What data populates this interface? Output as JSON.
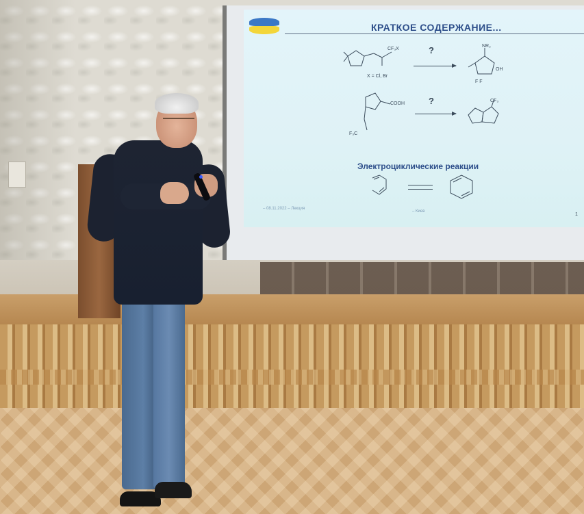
{
  "slide": {
    "title": "КРАТКОЕ СОДЕРЖАНИЕ...",
    "reaction1": {
      "question": "?",
      "substituent_label": "CF₃X",
      "condition_label": "X = Cl, Br",
      "product_label_top": "NR₂",
      "product_label_right": "OH",
      "product_label_f": "F   F"
    },
    "reaction2": {
      "question": "?",
      "acid_label": "COOH",
      "reagent_label": "F₃C",
      "product_label": "CF₃"
    },
    "section_heading": "Электроциклические реакции",
    "footer_left": "– 08.11.2022 – Лекция",
    "footer_mid": "– Киев",
    "page_number": "1"
  },
  "colors": {
    "slide_title": "#2d4e8a",
    "slide_bg": "#dff2f6",
    "logo_blue": "#3b78c6",
    "logo_yellow": "#f3d63a"
  }
}
